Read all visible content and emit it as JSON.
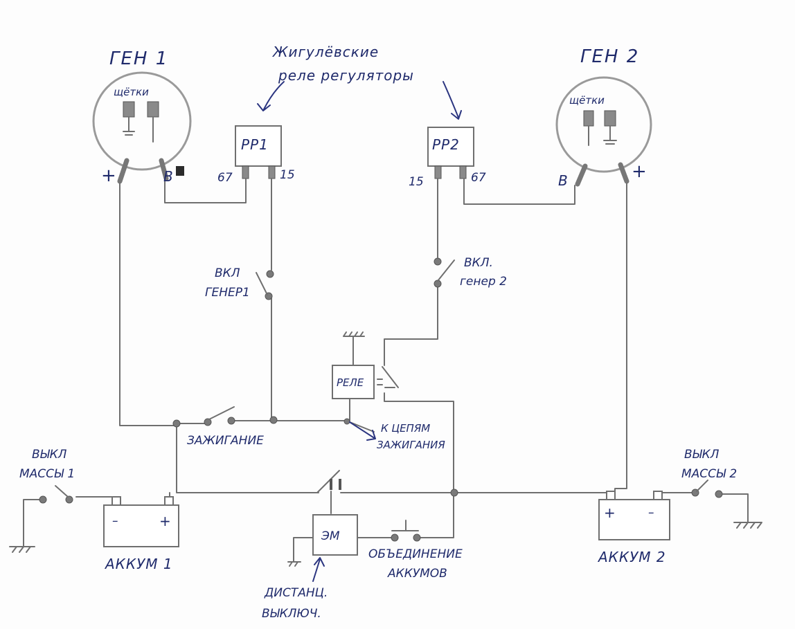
{
  "gen1": {
    "title": "ГЕН 1",
    "brushes": "щётки",
    "plus": "+",
    "b": "В"
  },
  "gen2": {
    "title": "ГЕН 2",
    "brushes": "щётки",
    "plus": "+",
    "b": "В"
  },
  "note": {
    "line1": "Жигулёвские",
    "line2": "реле регуляторы"
  },
  "rr1": {
    "label": "РР1",
    "pin67": "67",
    "pin15": "15"
  },
  "rr2": {
    "label": "РР2",
    "pin67": "67",
    "pin15": "15"
  },
  "sw_gen1": {
    "line1": "ВКЛ",
    "line2": "ГЕНЕР1"
  },
  "sw_gen2": {
    "line1": "ВКЛ.",
    "line2": "генер 2"
  },
  "relay": {
    "label": "РЕЛЕ"
  },
  "ignition": {
    "label": "ЗАЖИГАНИЕ"
  },
  "ign_circuits": {
    "line1": "К ЦЕПЯМ",
    "line2": "ЗАЖИГАНИЯ"
  },
  "mass1": {
    "line1": "ВЫКЛ",
    "line2": "МАССЫ 1"
  },
  "mass2": {
    "line1": "ВЫКЛ",
    "line2": "МАССЫ 2"
  },
  "bat1": {
    "label": "АККУМ 1",
    "minus": "–",
    "plus": "+"
  },
  "bat2": {
    "label": "АККУМ 2",
    "minus": "–",
    "plus": "+"
  },
  "em": {
    "label": "ЭМ"
  },
  "combine": {
    "line1": "ОБЪЕДИНЕНИЕ",
    "line2": "АККУМОВ"
  },
  "remote": {
    "line1": "ДИСТАНЦ.",
    "line2": "ВЫКЛЮЧ."
  }
}
